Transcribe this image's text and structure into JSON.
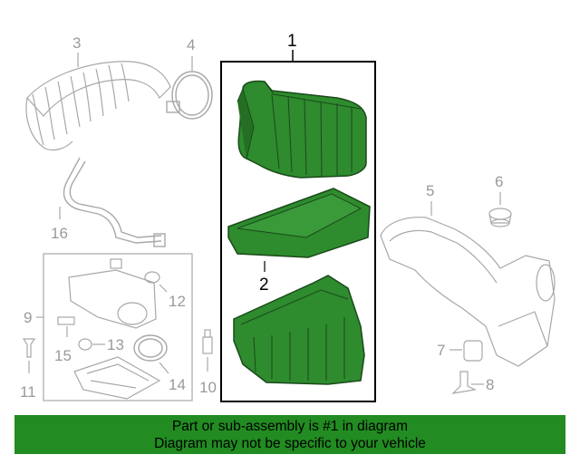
{
  "callouts": {
    "c1": "1",
    "c2": "2",
    "c3": "3",
    "c4": "4",
    "c5": "5",
    "c6": "6",
    "c7": "7",
    "c8": "8",
    "c9": "9",
    "c10": "10",
    "c11": "11",
    "c12": "12",
    "c13": "13",
    "c14": "14",
    "c15": "15",
    "c16": "16"
  },
  "banner": {
    "line1": "Part or sub-assembly is #1 in diagram",
    "line2": "Diagram may not be specific to your vehicle"
  },
  "colors": {
    "highlight_fill": "#2e8b2e",
    "highlight_dark": "#1f5e1f",
    "outline_gray": "#a8a8a8",
    "banner_bg": "#228b22"
  }
}
